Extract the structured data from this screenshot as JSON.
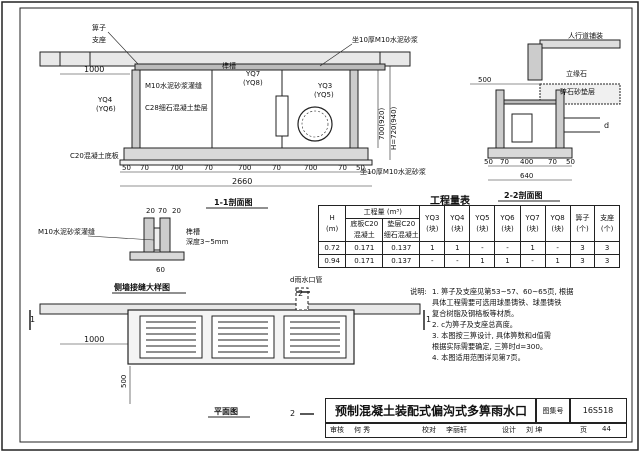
{
  "section11": {
    "title": "1-1剖面图",
    "grate_label": "箅子",
    "support_label": "支座",
    "mortar_top": "坐10厚M10水泥砂浆",
    "mortar_grout": "M10水泥砂浆灌缝",
    "tenon": "榫槽",
    "yq7": "YQ7",
    "yq8": "(YQ8)",
    "yq3": "YQ3",
    "yq5": "(YQ5)",
    "yq4": "YQ4",
    "yq6": "(YQ6)",
    "c28": "C28细石混凝土垫层",
    "base": "C20混凝土底板",
    "mortar_bottom": "坐10厚M10水泥砂浆",
    "dim_1000": "1000",
    "h1": "700(920)",
    "h2": "H=720(940)",
    "dims_bottom": [
      "50",
      "70",
      "700",
      "70",
      "700",
      "70",
      "700",
      "70",
      "50"
    ],
    "total": "2660"
  },
  "section22": {
    "title": "2-2剖面图",
    "sidewalk": "人行道铺装",
    "curb": "立缘石",
    "gravel": "碎石砂垫层",
    "d": "d",
    "dim_500": "500",
    "dims_bottom": [
      "50",
      "70",
      "400",
      "70",
      "50"
    ],
    "total": "640"
  },
  "detail": {
    "title": "侧墙接缝大样图",
    "mortar": "M10水泥砂浆灌缝",
    "tenon": "榫槽",
    "depth": "深度3~5mm",
    "d20a": "20",
    "d70": "70",
    "d20b": "20",
    "d60": "60"
  },
  "plan": {
    "title": "平面图",
    "pipe": "d雨水口管",
    "dim_1000": "1000",
    "dim_500": "500",
    "mark1": "1",
    "mark2": "2"
  },
  "quantities": {
    "title": "工程量表",
    "head_H": "H",
    "head_unit": "(m)",
    "head_qty": "工程量 (m³)",
    "head_base": "底板C20",
    "head_base2": "混凝土",
    "head_pad": "垫层C20",
    "head_pad2": "细石混凝土",
    "cols": [
      "YQ3",
      "YQ4",
      "YQ5",
      "YQ6",
      "YQ7",
      "YQ8",
      "箅子",
      "支座"
    ],
    "unit": "(块)",
    "unit2": "(个)",
    "rows": [
      [
        "0.72",
        "0.171",
        "0.137",
        "1",
        "1",
        "-",
        "-",
        "1",
        "-",
        "3",
        "3"
      ],
      [
        "0.94",
        "0.171",
        "0.137",
        "-",
        "-",
        "1",
        "1",
        "-",
        "1",
        "3",
        "3"
      ]
    ]
  },
  "notes": {
    "head": "说明:",
    "items": [
      "1. 箅子及支座见第53~57、60~65页, 根据",
      "   具体工程需要可选用球墨铸铁、球墨铸铁",
      "   复合树脂及钢格板等材质。",
      "2. c为箅子及支座总高度。",
      "3. 本图按三箅设计, 具体箅数和d值需",
      "   根据实际需要确定, 三箅时d=300。",
      "4. 本图适用范围详见第7页。"
    ]
  },
  "titleblock": {
    "title": "预制混凝土装配式偏沟式多箅雨水口",
    "atlas_label": "图集号",
    "atlas_no": "16S518",
    "review": "审核",
    "review_name": "何  秀",
    "check": "校对",
    "check_name": "李丽轩",
    "design": "设计",
    "design_name": "刘  坤",
    "page_label": "页",
    "page_no": "44"
  }
}
